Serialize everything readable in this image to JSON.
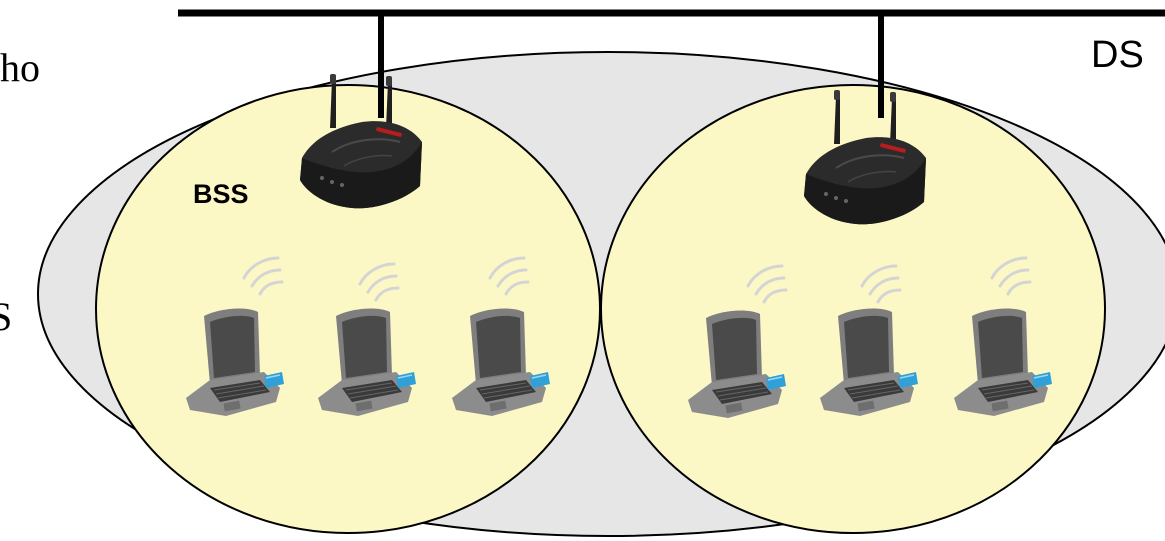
{
  "labels": {
    "ds": "DS",
    "bss": "BSS",
    "left_clip_top": "ho",
    "left_clip_mid": "S"
  },
  "colors": {
    "ess_fill": "#e6e6e6",
    "bss_fill": "#fbf8c6",
    "line": "#000000",
    "router": "#2c2b2b",
    "laptop_body": "#7e7e7e",
    "laptop_screen": "#4a4a4a",
    "wifi_card": "#2fa0d8",
    "wave": "#d6d6d6"
  },
  "diagram": {
    "ess": {
      "name": "ess-ellipse"
    },
    "bss": [
      {
        "name": "bss-left",
        "access_point": {
          "name": "access-point-left",
          "icon": "wireless-router-icon"
        },
        "stations": [
          {
            "name": "laptop-left-1",
            "icon": "laptop-icon"
          },
          {
            "name": "laptop-left-2",
            "icon": "laptop-icon"
          },
          {
            "name": "laptop-left-3",
            "icon": "laptop-icon"
          }
        ]
      },
      {
        "name": "bss-right",
        "access_point": {
          "name": "access-point-right",
          "icon": "wireless-router-icon"
        },
        "stations": [
          {
            "name": "laptop-right-1",
            "icon": "laptop-icon"
          },
          {
            "name": "laptop-right-2",
            "icon": "laptop-icon"
          },
          {
            "name": "laptop-right-3",
            "icon": "laptop-icon"
          }
        ]
      }
    ]
  }
}
